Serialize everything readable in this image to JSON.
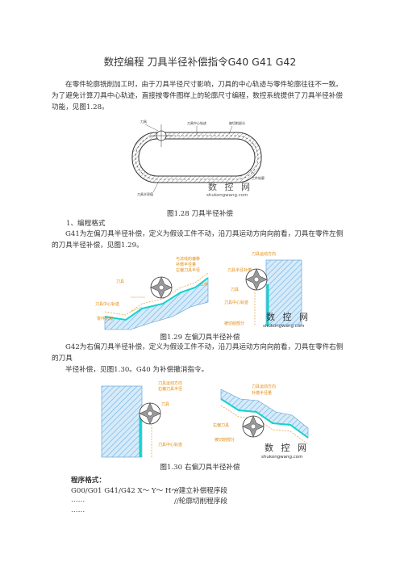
{
  "title": "数控编程  刀具半径补偿指令G40 G41 G42",
  "intro": "在零件轮廓铣削加工时，由于刀具半径尺寸影响，刀具的中心轨迹与零件轮廓往往不一致。为了避免计算刀具中心轨迹，直接按零件图样上的轮廓尺寸编程，数控系统提供了刀具半径补偿功能，见图1.28。",
  "fig128": {
    "labels": {
      "tool": "刀具",
      "center_path": "刀具中心轨迹",
      "contour_part": "被切削部分",
      "workpiece": "工件轮廓",
      "radius": "刀具半径值"
    },
    "caption": "图1.28    刀具半径补偿"
  },
  "watermark": {
    "text": "数 控 网",
    "url": "shukongwang.com"
  },
  "section1": "1、编程格式",
  "g41_text": "G41为左偏刀具半径补偿，定义为假设工件不动，沿刀具运动方向向前看，刀具在零件左侧的刀具半径补偿，见图1.29。",
  "fig129": {
    "labels": {
      "a1": "与法线的偏移",
      "a2": "补偿半径量",
      "a3": "左偏刀具半径",
      "tool_left": "刀具",
      "center_left": "刀具中心轨迹",
      "contour_left": "零件轮廓",
      "dir": "刀具运动方向",
      "work_left": "工件",
      "tool_right": "刀具",
      "r1": "刀具半径补偿",
      "r2": "刀具中心轨迹",
      "r3": "被切削部分"
    },
    "caption": "图1.29    左偏刀具半径补偿"
  },
  "g42_text_a": "G42为右偏刀具半径补偿，定义为假设工件不动，沿刀具运动方向向前看，刀具在零件右侧的刀具",
  "g42_text_b": "半径补偿，见图1.30。G40 为补偿撤消指令。",
  "fig130": {
    "labels": {
      "l1": "刀具运动方向",
      "l2": "右偏刀具半径",
      "l3": "刀具",
      "l4": "刀具中心轨迹",
      "r1": "刀具运动方向",
      "r2": "补偿半径量",
      "r3": "右偏刀具",
      "r4": "被切削部分"
    },
    "caption": "图1.30    右偏刀具半径补偿"
  },
  "program_title": "程序格式：",
  "program": [
    {
      "code": "G00/G01 G41/G42 X～ Y～ H～",
      "comment": "//建立补偿程序段"
    },
    {
      "code": "……",
      "comment": "//轮廓切削程序段"
    },
    {
      "code": "……",
      "comment": ""
    }
  ],
  "colors": {
    "hatch": "#6aaee0",
    "accent": "#e08a10",
    "cyan": "#14d2cc"
  }
}
